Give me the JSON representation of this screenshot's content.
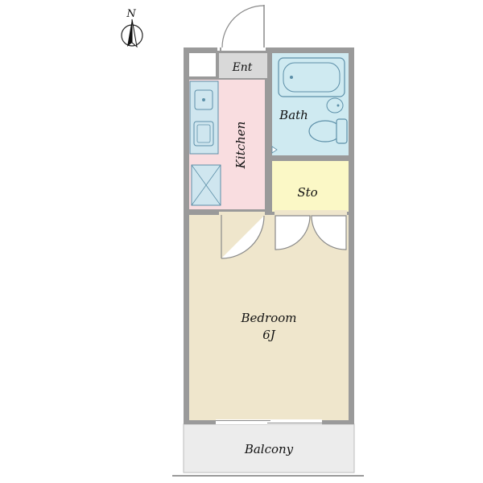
{
  "compass": {
    "label": "N",
    "icon": "north-arrow-icon"
  },
  "rooms": {
    "entrance": "Ent",
    "kitchen": "Kitchen",
    "bath": "Bath",
    "storage": "Sto",
    "bedroom": "Bedroom",
    "bedroom_size": "6J",
    "balcony": "Balcony"
  },
  "colors": {
    "wall": "#9a9a9a",
    "entrance": "#d9d9d9",
    "kitchen": "#f9dde0",
    "bath": "#cfeaf1",
    "storage": "#fbf8c6",
    "bedroom": "#efe6cc",
    "balcony": "#ececec",
    "fixture": "#5c8fa8"
  }
}
